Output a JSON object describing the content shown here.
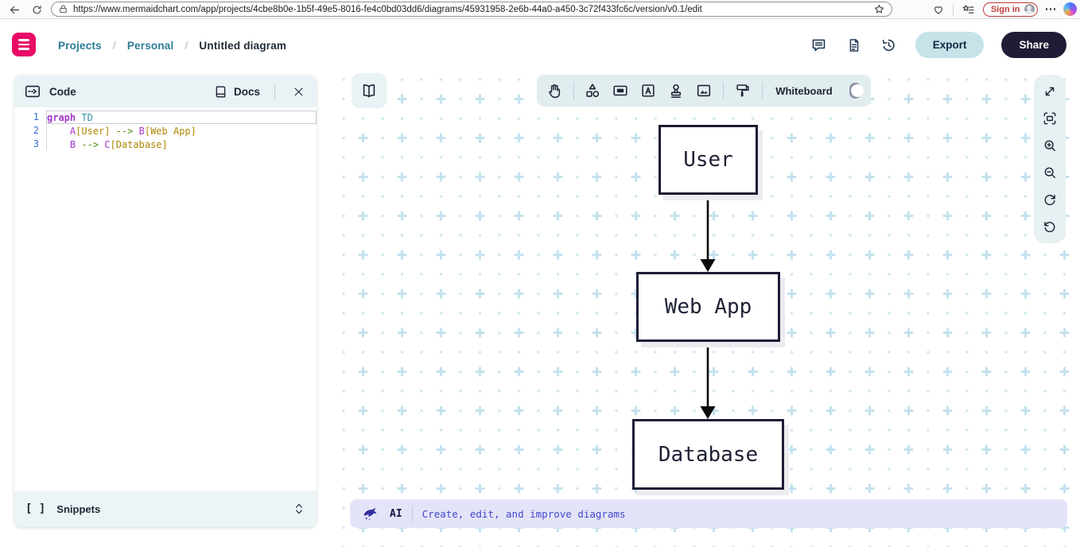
{
  "browser": {
    "url": "https://www.mermaidchart.com/app/projects/4cbe8b0e-1b5f-49e5-8016-fe4c0bd03dd6/diagrams/45931958-2e6b-44a0-a450-3c72f433fc6c/version/v0.1/edit",
    "sign_in_label": "Sign in"
  },
  "header": {
    "breadcrumb": {
      "items": [
        "Projects",
        "Personal",
        "Untitled diagram"
      ],
      "separator": "/"
    },
    "export_label": "Export",
    "share_label": "Share"
  },
  "code_panel": {
    "title": "Code",
    "docs_label": "Docs",
    "snippets_label": "Snippets",
    "snippets_icon": "[ ]",
    "lines": [
      {
        "num": "1"
      },
      {
        "num": "2"
      },
      {
        "num": "3"
      }
    ],
    "tokens": {
      "l1_kw": "graph",
      "l1_dir": " TD",
      "l2_indent": "    ",
      "l2_id1": "A",
      "l2_str1": "[User]",
      "l2_arr": " --> ",
      "l2_id2": "B",
      "l2_str2": "[Web App]",
      "l3_indent": "    ",
      "l3_id1": "B",
      "l3_arr": " --> ",
      "l3_id2": "C",
      "l3_str2": "[Database]"
    }
  },
  "canvas_toolbar": {
    "whiteboard_label": "Whiteboard",
    "whiteboard_on": false
  },
  "diagram": {
    "type": "flowchart-TD",
    "nodes": [
      {
        "id": "A",
        "label": "User"
      },
      {
        "id": "B",
        "label": "Web App"
      },
      {
        "id": "C",
        "label": "Database"
      }
    ],
    "edges": [
      {
        "from": "A",
        "to": "B"
      },
      {
        "from": "B",
        "to": "C"
      }
    ]
  },
  "ai_bar": {
    "label": "AI",
    "prompt": "Create, edit, and improve diagrams"
  },
  "colors": {
    "brand_pink": "#e80c66",
    "export_bg": "#c5e3e9",
    "share_bg": "#201c35",
    "ai_bg": "#e4e4f8",
    "ai_text": "#4146cc",
    "node_border": "#1c1d35",
    "breadcrumb_link": "#2b7d96",
    "grid_dot": "#cfe7f0"
  }
}
